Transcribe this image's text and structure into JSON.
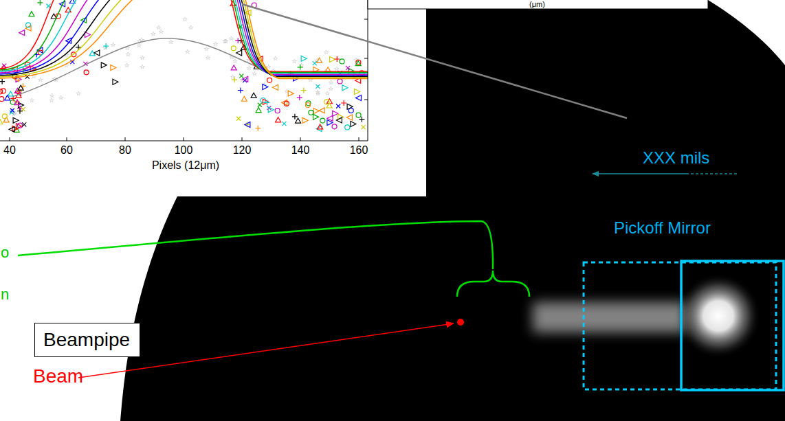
{
  "diagram": {
    "nodes": [
      {
        "text": [
          "Beampipe"
        ]
      }
    ],
    "labels": [
      "(μm)",
      "40",
      "60",
      "80",
      "100",
      "120",
      "140",
      "160",
      "Pixels (12μm)",
      "XXX mils",
      "Pickoff Mirror",
      "Beam",
      "o",
      "n"
    ]
  }
}
